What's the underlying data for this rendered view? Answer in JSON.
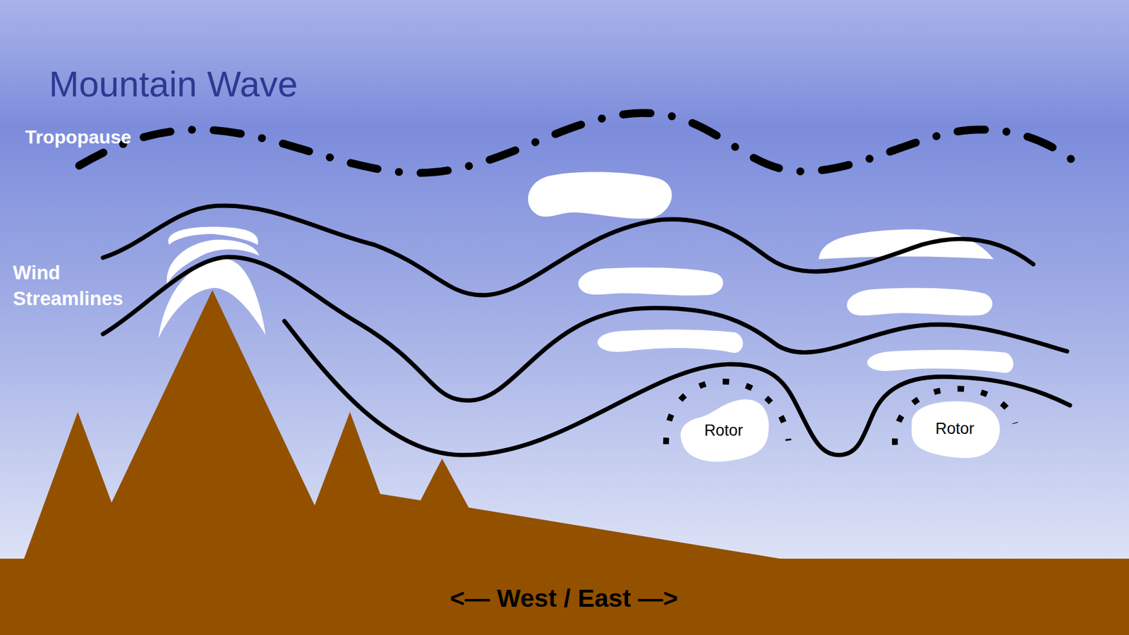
{
  "diagram": {
    "title": "Mountain Wave",
    "nodes": [
      {
        "text": [
          "Rotor"
        ]
      },
      {
        "text": [
          "Rotor"
        ]
      }
    ],
    "labels": [
      "Tropopause",
      "Wind Streamlines",
      "<— West / East —>"
    ]
  }
}
